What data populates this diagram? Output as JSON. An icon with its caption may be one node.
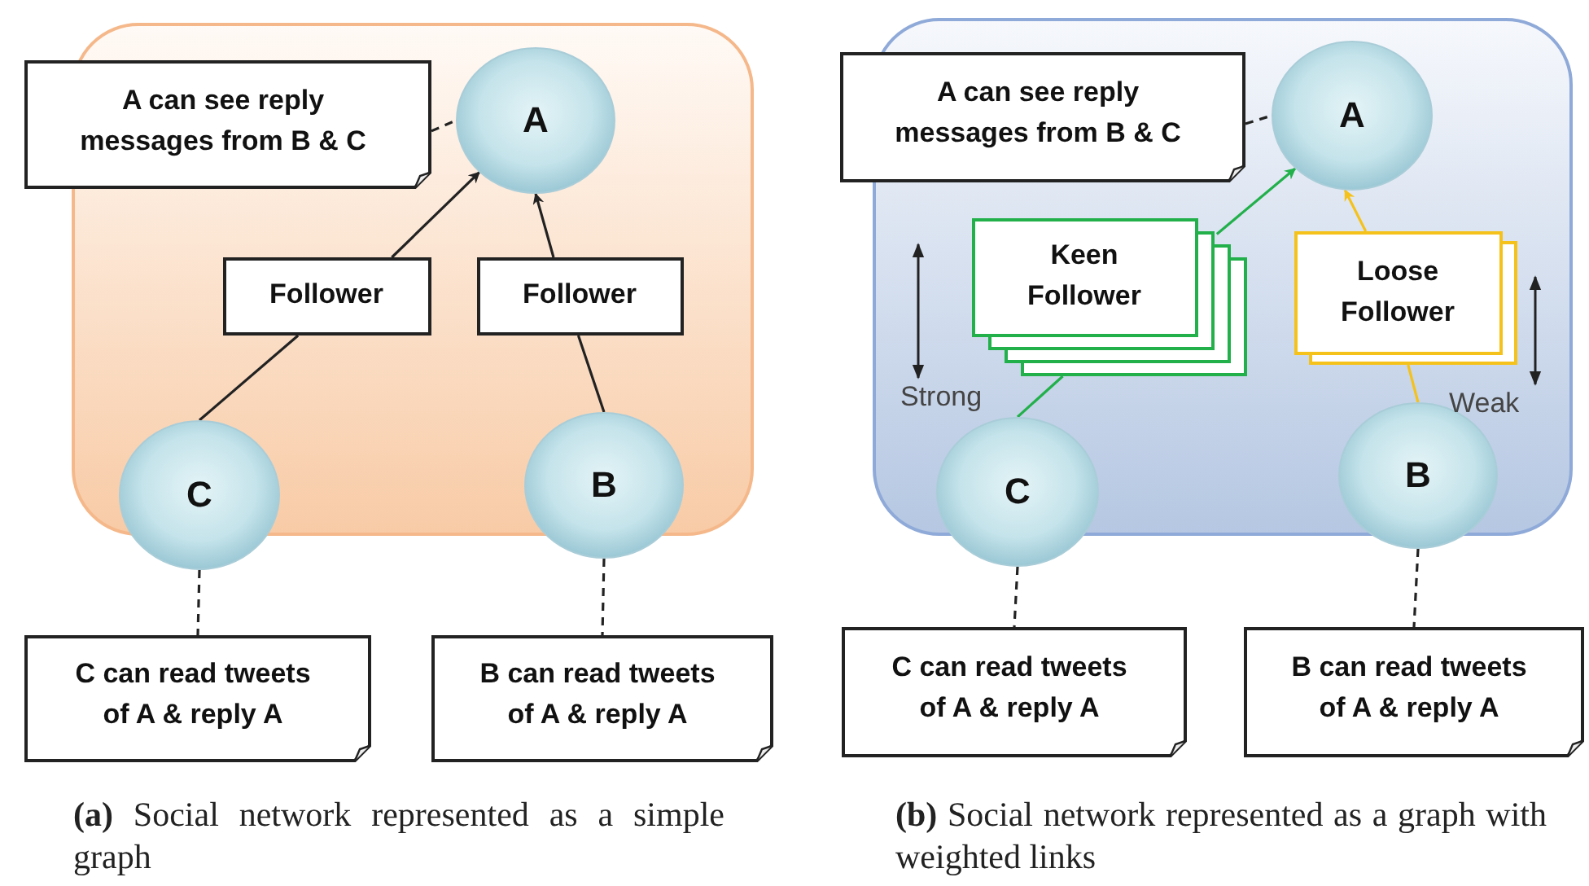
{
  "diagram": {
    "nodes": [
      {
        "text": [
          "A can see reply messages from B & C"
        ]
      },
      {
        "text": [
          "A"
        ]
      },
      {
        "text": [
          "Follower"
        ]
      },
      {
        "text": [
          "Follower"
        ]
      },
      {
        "text": [
          "C"
        ]
      },
      {
        "text": [
          "B"
        ]
      },
      {
        "text": [
          "C can read tweets of A & reply A"
        ]
      },
      {
        "text": [
          "B can read tweets of A & reply A"
        ]
      },
      {
        "text": [
          "A can see reply messages from B & C"
        ]
      },
      {
        "text": [
          "A"
        ]
      },
      {
        "text": [
          "Keen Follower"
        ]
      },
      {
        "text": [
          "Loose Follower"
        ]
      },
      {
        "text": [
          "C"
        ]
      },
      {
        "text": [
          "B"
        ]
      },
      {
        "text": [
          "C can read tweets of A & reply A"
        ]
      },
      {
        "text": [
          "B can read tweets of A & reply A"
        ]
      }
    ],
    "edges": [
      {
        "from": 0,
        "to": 1,
        "arrow": "none",
        "style": "dashed"
      },
      {
        "from": 4,
        "to": 2,
        "arrow": "none"
      },
      {
        "from": 2,
        "to": 1,
        "arrow": "to"
      },
      {
        "from": 5,
        "to": 3,
        "arrow": "none"
      },
      {
        "from": 3,
        "to": 1,
        "arrow": "to"
      },
      {
        "from": 4,
        "to": 6,
        "arrow": "none",
        "style": "dashed"
      },
      {
        "from": 5,
        "to": 7,
        "arrow": "none",
        "style": "dashed"
      },
      {
        "from": 8,
        "to": 9,
        "arrow": "none",
        "style": "dashed"
      },
      {
        "from": 12,
        "to": 10,
        "arrow": "none",
        "color": "#22b04b"
      },
      {
        "from": 10,
        "to": 9,
        "arrow": "to",
        "color": "#22b04b"
      },
      {
        "from": 13,
        "to": 11,
        "arrow": "none",
        "color": "#f5c21b"
      },
      {
        "from": 11,
        "to": 9,
        "arrow": "to",
        "color": "#f5c21b"
      },
      {
        "from": 12,
        "to": 14,
        "arrow": "none",
        "style": "dashed"
      },
      {
        "from": 13,
        "to": 15,
        "arrow": "none",
        "style": "dashed"
      }
    ],
    "labels": [
      "Strong",
      "Weak",
      "**(a)** Social network represented as a simple graph",
      "**(b)** Social network represented as a graph with weighted links"
    ]
  }
}
